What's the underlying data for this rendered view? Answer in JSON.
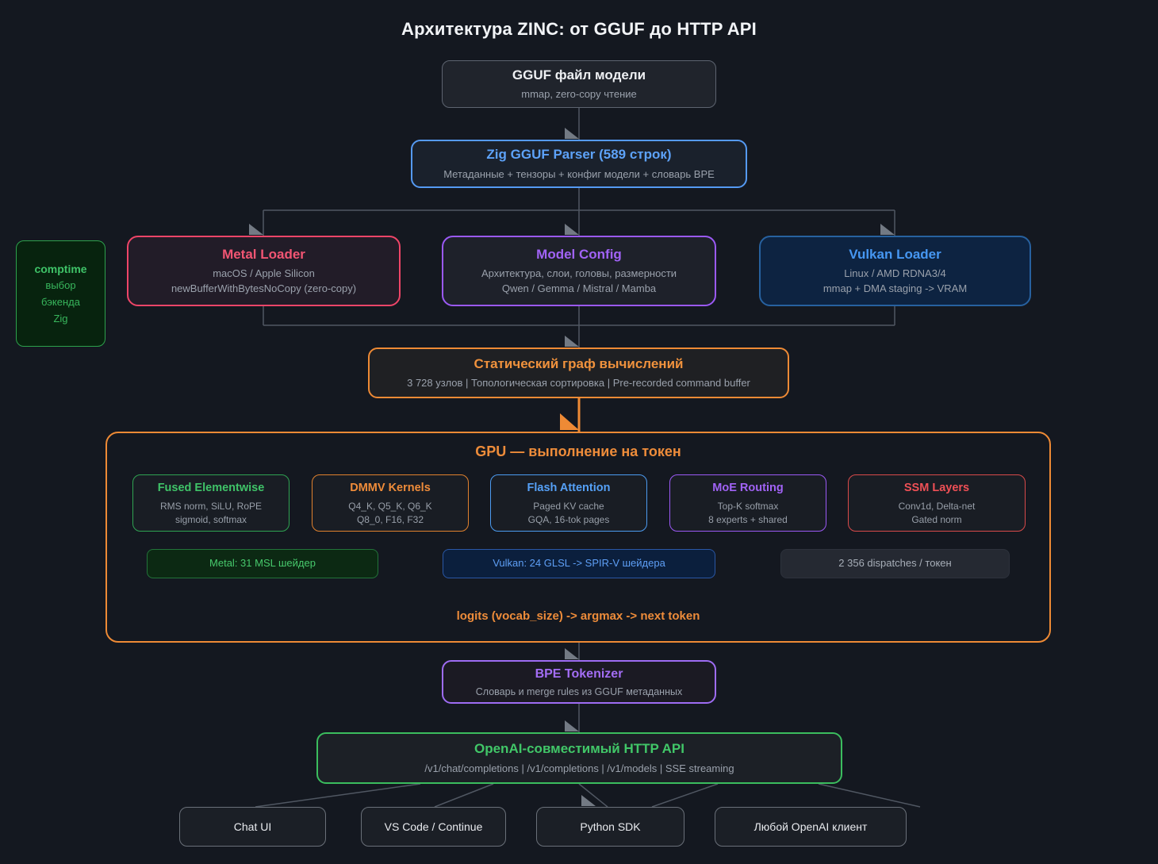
{
  "diagram": {
    "title": "Архитектура ZINC: от GGUF до HTTP API",
    "gguf_file": {
      "title": "GGUF файл модели",
      "subtitle": "mmap, zero-copy чтение"
    },
    "parser": {
      "title": "Zig GGUF Parser (589 строк)",
      "subtitle": "Метаданные + тензоры + конфиг модели + словарь BPE"
    },
    "comptime_note": {
      "lines": [
        "comptime",
        "выбор",
        "бэкенда",
        "Zig"
      ]
    },
    "loaders": [
      {
        "title": "Metal Loader",
        "lines": [
          "macOS / Apple Silicon",
          "newBufferWithBytesNoCopy (zero-copy)"
        ]
      },
      {
        "title": "Model Config",
        "lines": [
          "Архитектура, слои, головы, размерности",
          "Qwen / Gemma / Mistral / Mamba"
        ]
      },
      {
        "title": "Vulkan Loader",
        "lines": [
          "Linux / AMD RDNA3/4",
          "mmap + DMA staging -> VRAM"
        ]
      }
    ],
    "static_graph": {
      "title": "Статический граф вычислений",
      "subtitle": "3 728 узлов | Топологическая сортировка | Pre-recorded command buffer"
    },
    "gpu": {
      "title": "GPU — выполнение на токен",
      "kernels": [
        {
          "title": "Fused Elementwise",
          "lines": [
            "RMS norm, SiLU, RoPE",
            "sigmoid, softmax"
          ]
        },
        {
          "title": "DMMV Kernels",
          "lines": [
            "Q4_K, Q5_K, Q6_K",
            "Q8_0, F16, F32"
          ]
        },
        {
          "title": "Flash Attention",
          "lines": [
            "Paged KV cache",
            "GQA, 16-tok pages"
          ]
        },
        {
          "title": "MoE Routing",
          "lines": [
            "Top-K softmax",
            "8 experts + shared"
          ]
        },
        {
          "title": "SSM Layers",
          "lines": [
            "Conv1d, Delta-net",
            "Gated norm"
          ]
        }
      ],
      "badges": [
        {
          "label": "Metal: 31 MSL шейдер"
        },
        {
          "label": "Vulkan: 24 GLSL -> SPIR-V шейдера"
        },
        {
          "label": "2 356 dispatches / токен"
        }
      ],
      "footer": "logits (vocab_size) -> argmax -> next token"
    },
    "tokenizer": {
      "title": "BPE Tokenizer",
      "subtitle": "Словарь и merge rules из GGUF метаданных"
    },
    "http_api": {
      "title": "OpenAI-совместимый HTTP API",
      "subtitle": "/v1/chat/completions | /v1/completions | /v1/models | SSE streaming"
    },
    "clients": [
      {
        "label": "Chat UI"
      },
      {
        "label": "VS Code / Continue"
      },
      {
        "label": "Python SDK"
      },
      {
        "label": "Любой OpenAI клиент"
      }
    ],
    "colors": {
      "background": "#141820",
      "red": "#f14e6e",
      "purple": "#a163f6",
      "blue": "#55a0f6",
      "navy": "#0d2341",
      "orange": "#ee8a35",
      "green": "#40c066",
      "gray_line": "#505762"
    }
  }
}
